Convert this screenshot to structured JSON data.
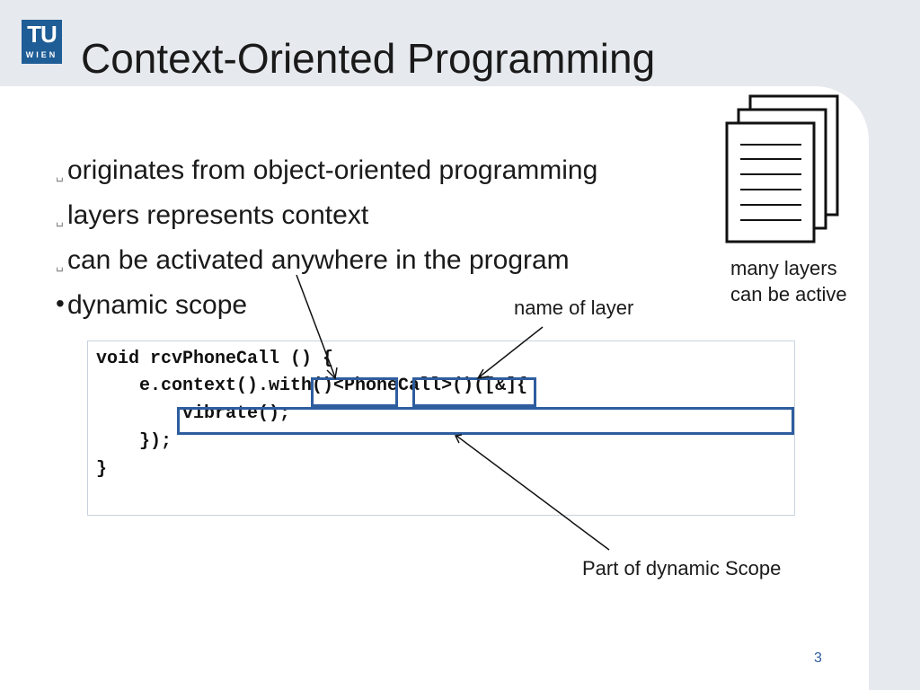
{
  "logo": {
    "line1": "TU",
    "line2": "WIEN"
  },
  "slide": {
    "title": "Context-Oriented Programming",
    "bullets": [
      {
        "marker": "␣",
        "text": "originates from object-oriented programming"
      },
      {
        "marker": "␣",
        "text": "layers represents context"
      },
      {
        "marker": "␣",
        "text": "can be activated anywhere in the program"
      },
      {
        "marker": "•",
        "text": "dynamic scope"
      }
    ],
    "code_lines": [
      "void rcvPhoneCall () {",
      "    e.context().with()<PhoneCall>()([&]{",
      "        vibrate();",
      "    });",
      "}"
    ],
    "annotations": {
      "name_of_layer": "name of layer",
      "many_layers_line1": "many layers",
      "many_layers_line2": "can be active",
      "part_of_scope": "Part of dynamic Scope"
    },
    "icons": {
      "documents": "stacked-documents-icon"
    },
    "colors": {
      "highlight": "#2e5d9f",
      "logo": "#1f5d96",
      "background": "#e6e9ee"
    },
    "page_number": "3"
  }
}
